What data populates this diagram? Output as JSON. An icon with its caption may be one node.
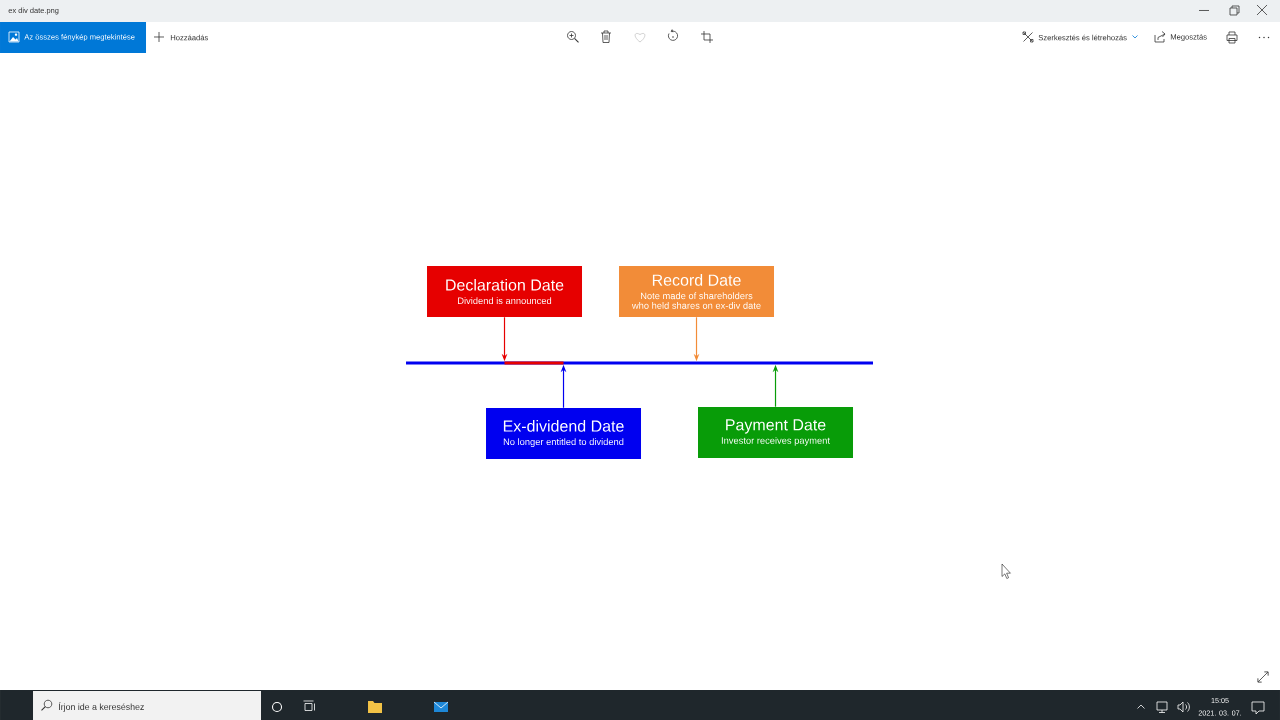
{
  "diagram": {
    "nodes": [
      {
        "text": [
          "Declaration Date",
          "Dividend is announced"
        ]
      },
      {
        "text": [
          "Record Date",
          "Note made of shareholders who held shares on ex-div date"
        ]
      },
      {
        "text": [],
        "shape": "line"
      },
      {
        "text": [
          "Ex-dividend Date",
          "No longer entitled to dividend"
        ]
      },
      {
        "text": [
          "Payment Date",
          "Investor receives payment"
        ]
      }
    ],
    "edges": [
      {
        "from": 0,
        "to": 2,
        "arrow": "to",
        "color": "#e60000"
      },
      {
        "from": 1,
        "to": 2,
        "arrow": "to",
        "color": "#f28c38"
      },
      {
        "from": 3,
        "to": 2,
        "arrow": "to",
        "color": "#0000f0"
      },
      {
        "from": 4,
        "to": 2,
        "arrow": "to",
        "color": "#089c08"
      }
    ],
    "labels": [
      "ex div date.png",
      "Az összes fénykép megtekintése",
      "Hozzáadás",
      "Szerkesztés és létrehozás",
      "Megosztás",
      "Írjon ide a kereséshez",
      "15:05",
      "2021. 03. 07."
    ]
  }
}
